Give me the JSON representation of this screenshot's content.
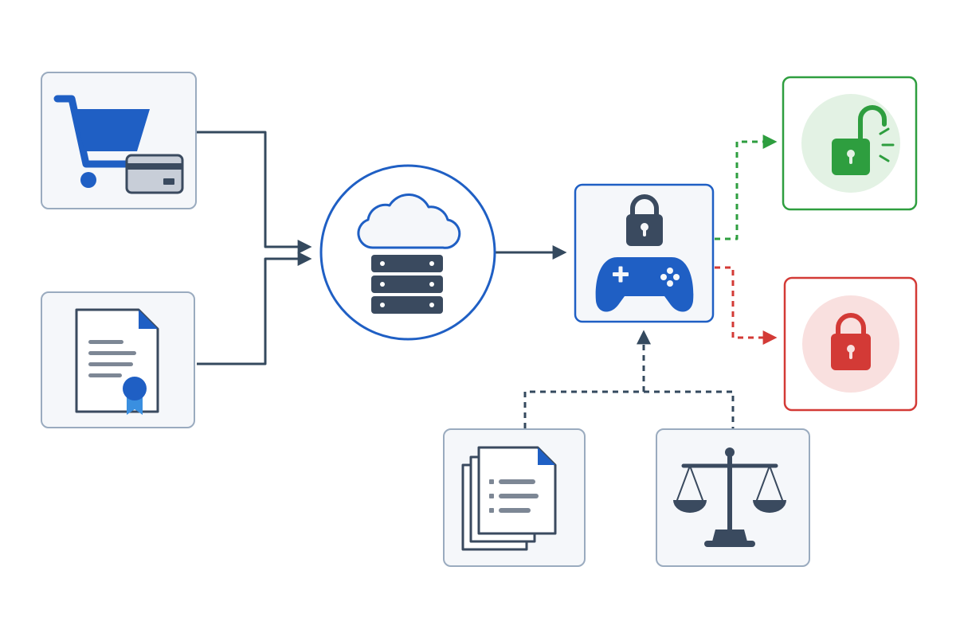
{
  "colors": {
    "background": "#ffffff",
    "node_fill": "#f5f7fa",
    "node_border": "#9aabbf",
    "connector": "#34495e",
    "icon_dark": "#3a4a5f",
    "icon_blue": "#1f5fc4",
    "icon_gray": "#7d8795",
    "success": "#2e9e3f",
    "success_fill": "#e3f2e4",
    "danger": "#d33a36",
    "danger_fill": "#f9e0df",
    "card_fill": "#c8ced8"
  },
  "nodes": {
    "purchase": {
      "icon": "shopping-cart-icon",
      "secondary_icon": "credit-card-icon"
    },
    "license": {
      "icon": "certificate-document-icon",
      "secondary_icon": "ribbon-seal-icon"
    },
    "server": {
      "icon": "cloud-icon",
      "secondary_icon": "server-stack-icon"
    },
    "game": {
      "icon": "gamepad-icon",
      "secondary_icon": "padlock-icon"
    },
    "terms": {
      "icon": "document-stack-icon"
    },
    "law": {
      "icon": "scales-of-justice-icon"
    },
    "unlocked": {
      "icon": "unlocked-padlock-icon",
      "status_color": "#2e9e3f"
    },
    "locked": {
      "icon": "locked-padlock-icon",
      "status_color": "#d33a36"
    }
  },
  "connectors": [
    {
      "from": "purchase",
      "to": "server",
      "style": "solid"
    },
    {
      "from": "license",
      "to": "server",
      "style": "solid"
    },
    {
      "from": "server",
      "to": "game",
      "style": "solid"
    },
    {
      "from": "game",
      "to": "unlocked",
      "style": "dashed",
      "color": "#2e9e3f"
    },
    {
      "from": "game",
      "to": "locked",
      "style": "dashed",
      "color": "#d33a36"
    },
    {
      "from": "terms",
      "to": "game",
      "style": "dashed"
    },
    {
      "from": "law",
      "to": "game",
      "style": "dashed"
    }
  ]
}
